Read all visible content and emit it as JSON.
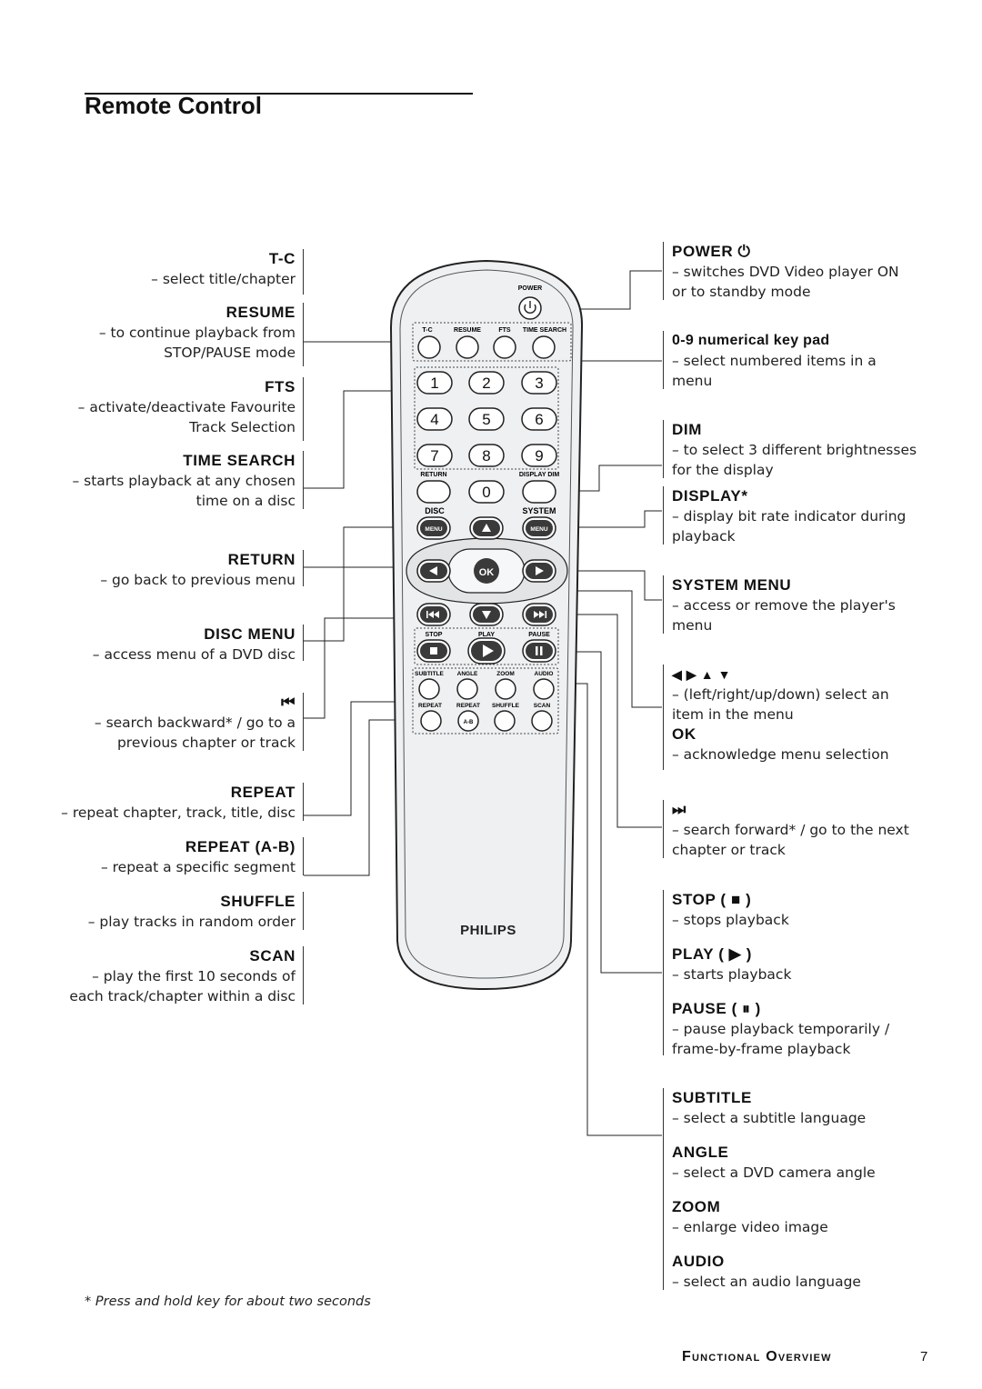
{
  "page": {
    "title": "Remote Control",
    "footnote": "* Press and hold key for about two seconds",
    "section": "Functional Overview",
    "page_number": "7"
  },
  "left_labels": [
    {
      "head": "T-C",
      "lines": [
        "– select title/chapter"
      ]
    },
    {
      "head": "RESUME",
      "lines": [
        "– to continue playback from",
        "STOP/PAUSE mode"
      ]
    },
    {
      "head": "FTS",
      "lines": [
        "– activate/deactivate Favourite",
        "Track Selection"
      ]
    },
    {
      "head": "TIME SEARCH",
      "lines": [
        "– starts playback at any chosen",
        "time on a disc"
      ]
    },
    {
      "head": "RETURN",
      "lines": [
        "– go back to previous menu"
      ]
    },
    {
      "head": "DISC MENU",
      "lines": [
        "– access menu of a DVD disc"
      ]
    },
    {
      "head": "⏮",
      "lines": [
        "– search backward* / go to a",
        "previous chapter or track"
      ]
    },
    {
      "head": "REPEAT",
      "lines": [
        "– repeat chapter, track, title, disc"
      ]
    },
    {
      "head": "REPEAT (A-B)",
      "lines": [
        "– repeat a specific segment"
      ]
    },
    {
      "head": "SHUFFLE",
      "lines": [
        "– play tracks in random order"
      ]
    },
    {
      "head": "SCAN",
      "lines": [
        "– play the first 10 seconds of",
        "each track/chapter within a disc"
      ]
    }
  ],
  "right_labels": [
    {
      "head": "POWER ⏻",
      "lines": [
        "– switches DVD Video player ON",
        "or to standby mode"
      ]
    },
    {
      "head": "0-9 numerical key pad",
      "lines": [
        "– select numbered items in a",
        "menu"
      ]
    },
    {
      "head": "DIM",
      "lines": [
        "– to select 3 different brightnesses",
        "for the display"
      ]
    },
    {
      "head": "DISPLAY*",
      "lines": [
        "– display bit rate indicator during",
        "playback"
      ]
    },
    {
      "head": "SYSTEM MENU",
      "lines": [
        "– access or remove the player's",
        "menu"
      ]
    },
    {
      "head": "◀ ▶ ▲ ▼",
      "lines": [
        "– (left/right/up/down) select an",
        "item in the menu"
      ]
    },
    {
      "head": "OK",
      "lines": [
        "– acknowledge menu selection"
      ]
    },
    {
      "head": "⏭",
      "lines": [
        "– search forward* / go to the next",
        "chapter or track"
      ]
    },
    {
      "head": "STOP ( ■ )",
      "lines": [
        "– stops playback"
      ]
    },
    {
      "head": "PLAY ( ▶ )",
      "lines": [
        "– starts playback"
      ]
    },
    {
      "head": "PAUSE ( ⏸ )",
      "lines": [
        "– pause playback temporarily /",
        "frame-by-frame playback"
      ]
    },
    {
      "head": "SUBTITLE",
      "lines": [
        "– select a subtitle language"
      ]
    },
    {
      "head": "ANGLE",
      "lines": [
        "– select a DVD camera angle"
      ]
    },
    {
      "head": "ZOOM",
      "lines": [
        "– enlarge video image"
      ]
    },
    {
      "head": "AUDIO",
      "lines": [
        "– select an audio language"
      ]
    }
  ],
  "remote": {
    "brand": "PHILIPS",
    "power_label": "POWER",
    "top_row_labels": [
      "T-C",
      "RESUME",
      "FTS",
      "TIME SEARCH"
    ],
    "digits": [
      "1",
      "2",
      "3",
      "4",
      "5",
      "6",
      "7",
      "8",
      "9",
      "0"
    ],
    "return_label": "RETURN",
    "display_dim_label": "DISPLAY DIM",
    "disc_label": "DISC",
    "system_label": "SYSTEM",
    "menu_label": "MENU",
    "ok_label": "OK",
    "transport_labels": [
      "STOP",
      "PLAY",
      "PAUSE"
    ],
    "function_row1": [
      "SUBTITLE",
      "ANGLE",
      "ZOOM",
      "AUDIO"
    ],
    "function_row2": [
      "REPEAT",
      "REPEAT",
      "SHUFFLE",
      "SCAN"
    ],
    "ab_label": "A-B"
  }
}
